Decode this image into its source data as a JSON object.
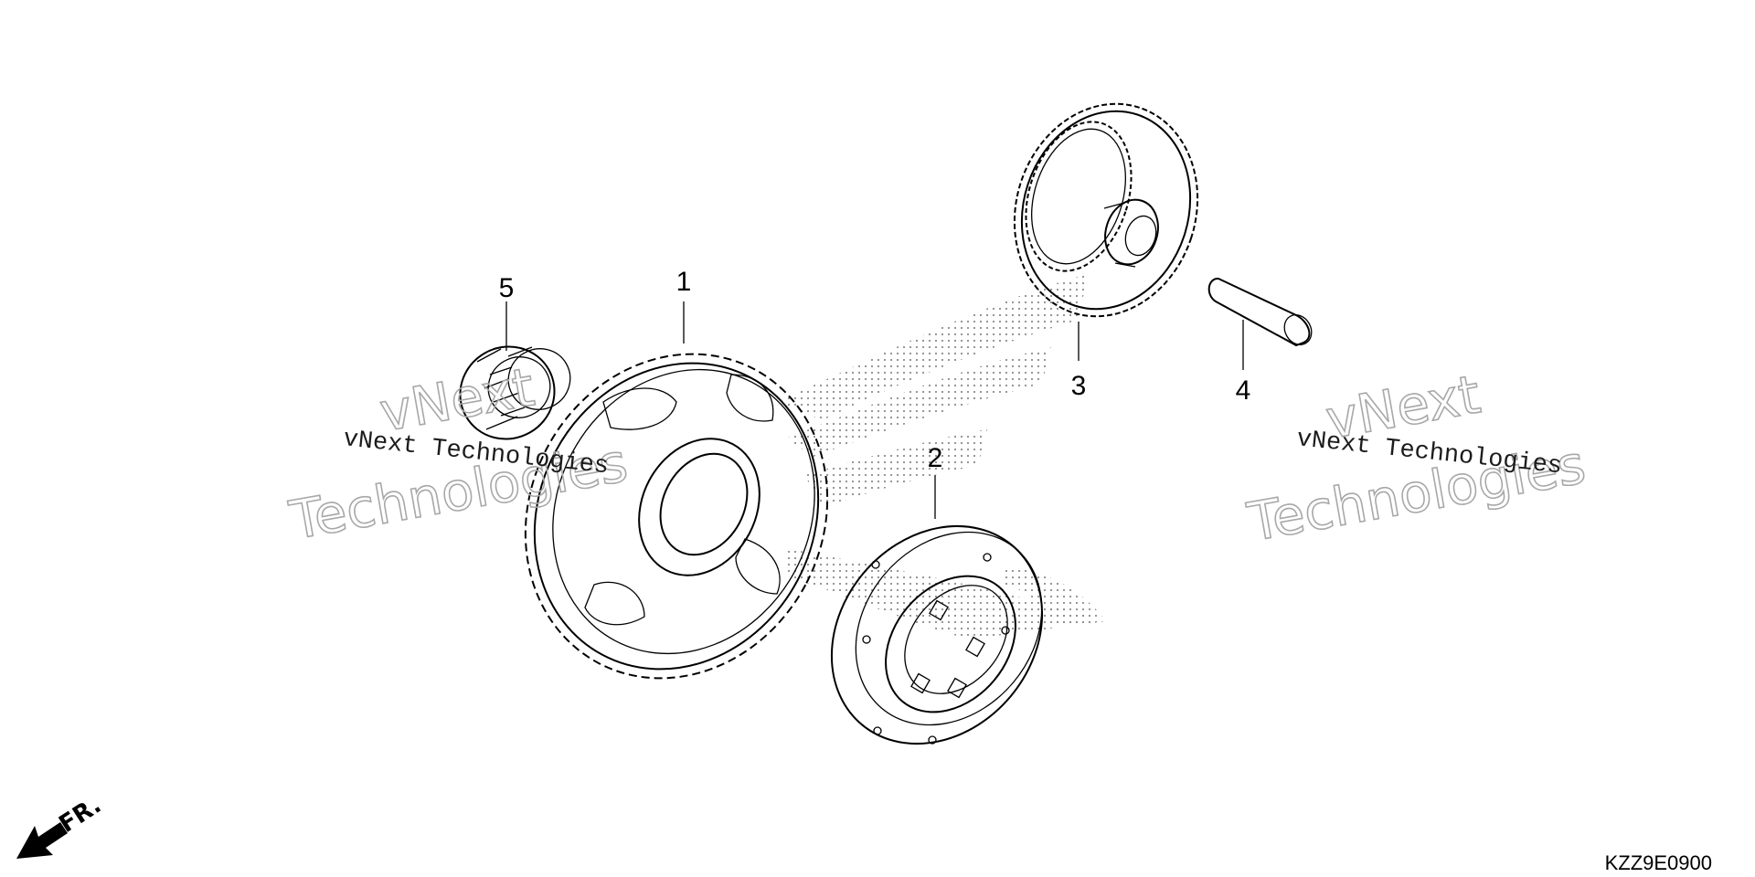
{
  "diagram": {
    "type": "exploded-parts-diagram",
    "callouts": [
      {
        "id": "1",
        "label": "1"
      },
      {
        "id": "2",
        "label": "2"
      },
      {
        "id": "3",
        "label": "3"
      },
      {
        "id": "4",
        "label": "4"
      },
      {
        "id": "5",
        "label": "5"
      }
    ],
    "watermarks": {
      "small_left": "vNext Technologies",
      "small_right": "vNext Technologies",
      "big_left_top": "vNext",
      "big_left_bottom": "Technologies",
      "big_right_top": "vNext",
      "big_right_bottom": "Technologies"
    },
    "direction_label": "FR.",
    "diagram_code": "KZZ9E0900",
    "colors": {
      "ink": "#000000",
      "dots": "#8c8c8c",
      "watermark": "#a8a8a8"
    }
  }
}
